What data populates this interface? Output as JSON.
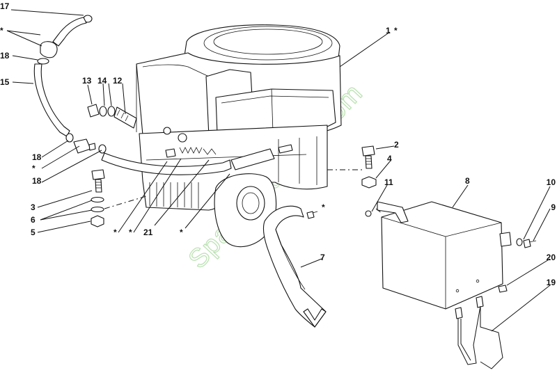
{
  "diagram": {
    "watermark": "SparesGarden.com",
    "labels": {
      "l17": "17",
      "star_top": "*",
      "l18a": "18",
      "l15": "15",
      "l13": "13",
      "l14": "14",
      "l12": "12",
      "l1": "1",
      "l1_star": "*",
      "l18b": "18",
      "star_left": "*",
      "l18c": "18",
      "l3": "3",
      "l6": "6",
      "l5": "5",
      "star_b1": "*",
      "star_b2": "*",
      "l21": "21",
      "star_b3": "*",
      "l2": "2",
      "l4": "4",
      "l11": "11",
      "l8": "8",
      "l10": "10",
      "l9": "9",
      "l20": "20",
      "l19": "19",
      "l7": "7",
      "star_screw": "*"
    }
  }
}
